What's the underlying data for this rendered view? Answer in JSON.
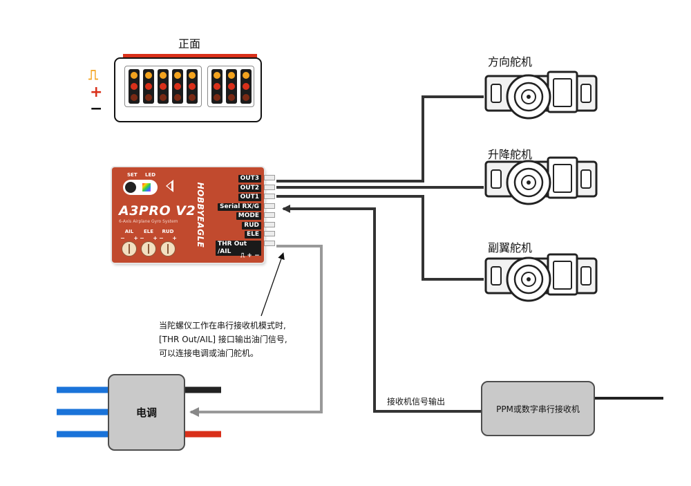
{
  "front_view": {
    "title": "正面",
    "legend": {
      "signal": "⎍",
      "plus": "+",
      "minus": "−"
    }
  },
  "controller": {
    "brand": "HOBBYEAGLE",
    "model": "A3PRO V2",
    "subtitle": "6-Axis Airplane Gyro System",
    "set_label": "SET",
    "led_label": "LED",
    "knobs": [
      {
        "label": "AIL",
        "minus": "−",
        "plus": "+"
      },
      {
        "label": "ELE",
        "minus": "−",
        "plus": "+"
      },
      {
        "label": "RUD",
        "minus": "−",
        "plus": "+"
      }
    ],
    "ports": [
      "OUT3",
      "OUT2",
      "OUT1",
      "Serial RX/G",
      "MODE",
      "RUD",
      "ELE",
      "THR Out /AIL"
    ],
    "pin_legend": "⎍ + −"
  },
  "servos": [
    {
      "label": "方向舵机"
    },
    {
      "label": "升降舵机"
    },
    {
      "label": "副翼舵机"
    }
  ],
  "note": {
    "line1": "当陀螺仪工作在串行接收机模式时,",
    "line2": "[THR Out/AIL] 接口输出油门信号,",
    "line3": "可以连接电调或油门舵机。"
  },
  "esc": {
    "label": "电调"
  },
  "receiver": {
    "label": "PPM或数字串行接收机",
    "signal_label": "接收机信号输出"
  },
  "colors": {
    "red": "#d9301a",
    "board": "#c14a2e",
    "orange": "#f4a31e",
    "wire": "#333333",
    "grey_wire": "#999999",
    "blue": "#1a73d9"
  }
}
